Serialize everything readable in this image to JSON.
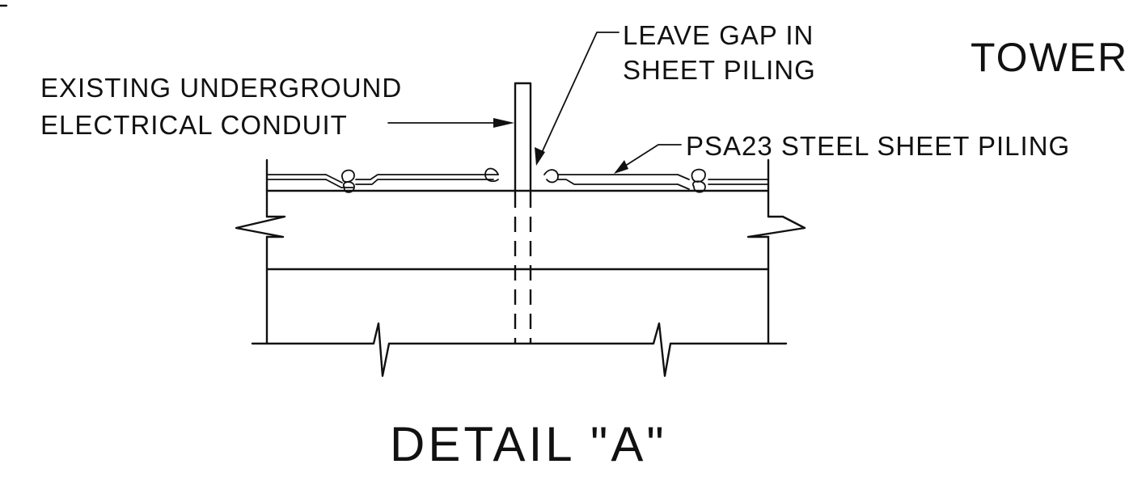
{
  "labels": {
    "conduit_line1": "EXISTING UNDERGROUND",
    "conduit_line2": "ELECTRICAL CONDUIT",
    "gap_line1": "LEAVE GAP IN",
    "gap_line2": "SHEET PILING",
    "tower": "TOWER",
    "piling": "PSA23 STEEL SHEET PILING",
    "title": "DETAIL \"A\""
  }
}
